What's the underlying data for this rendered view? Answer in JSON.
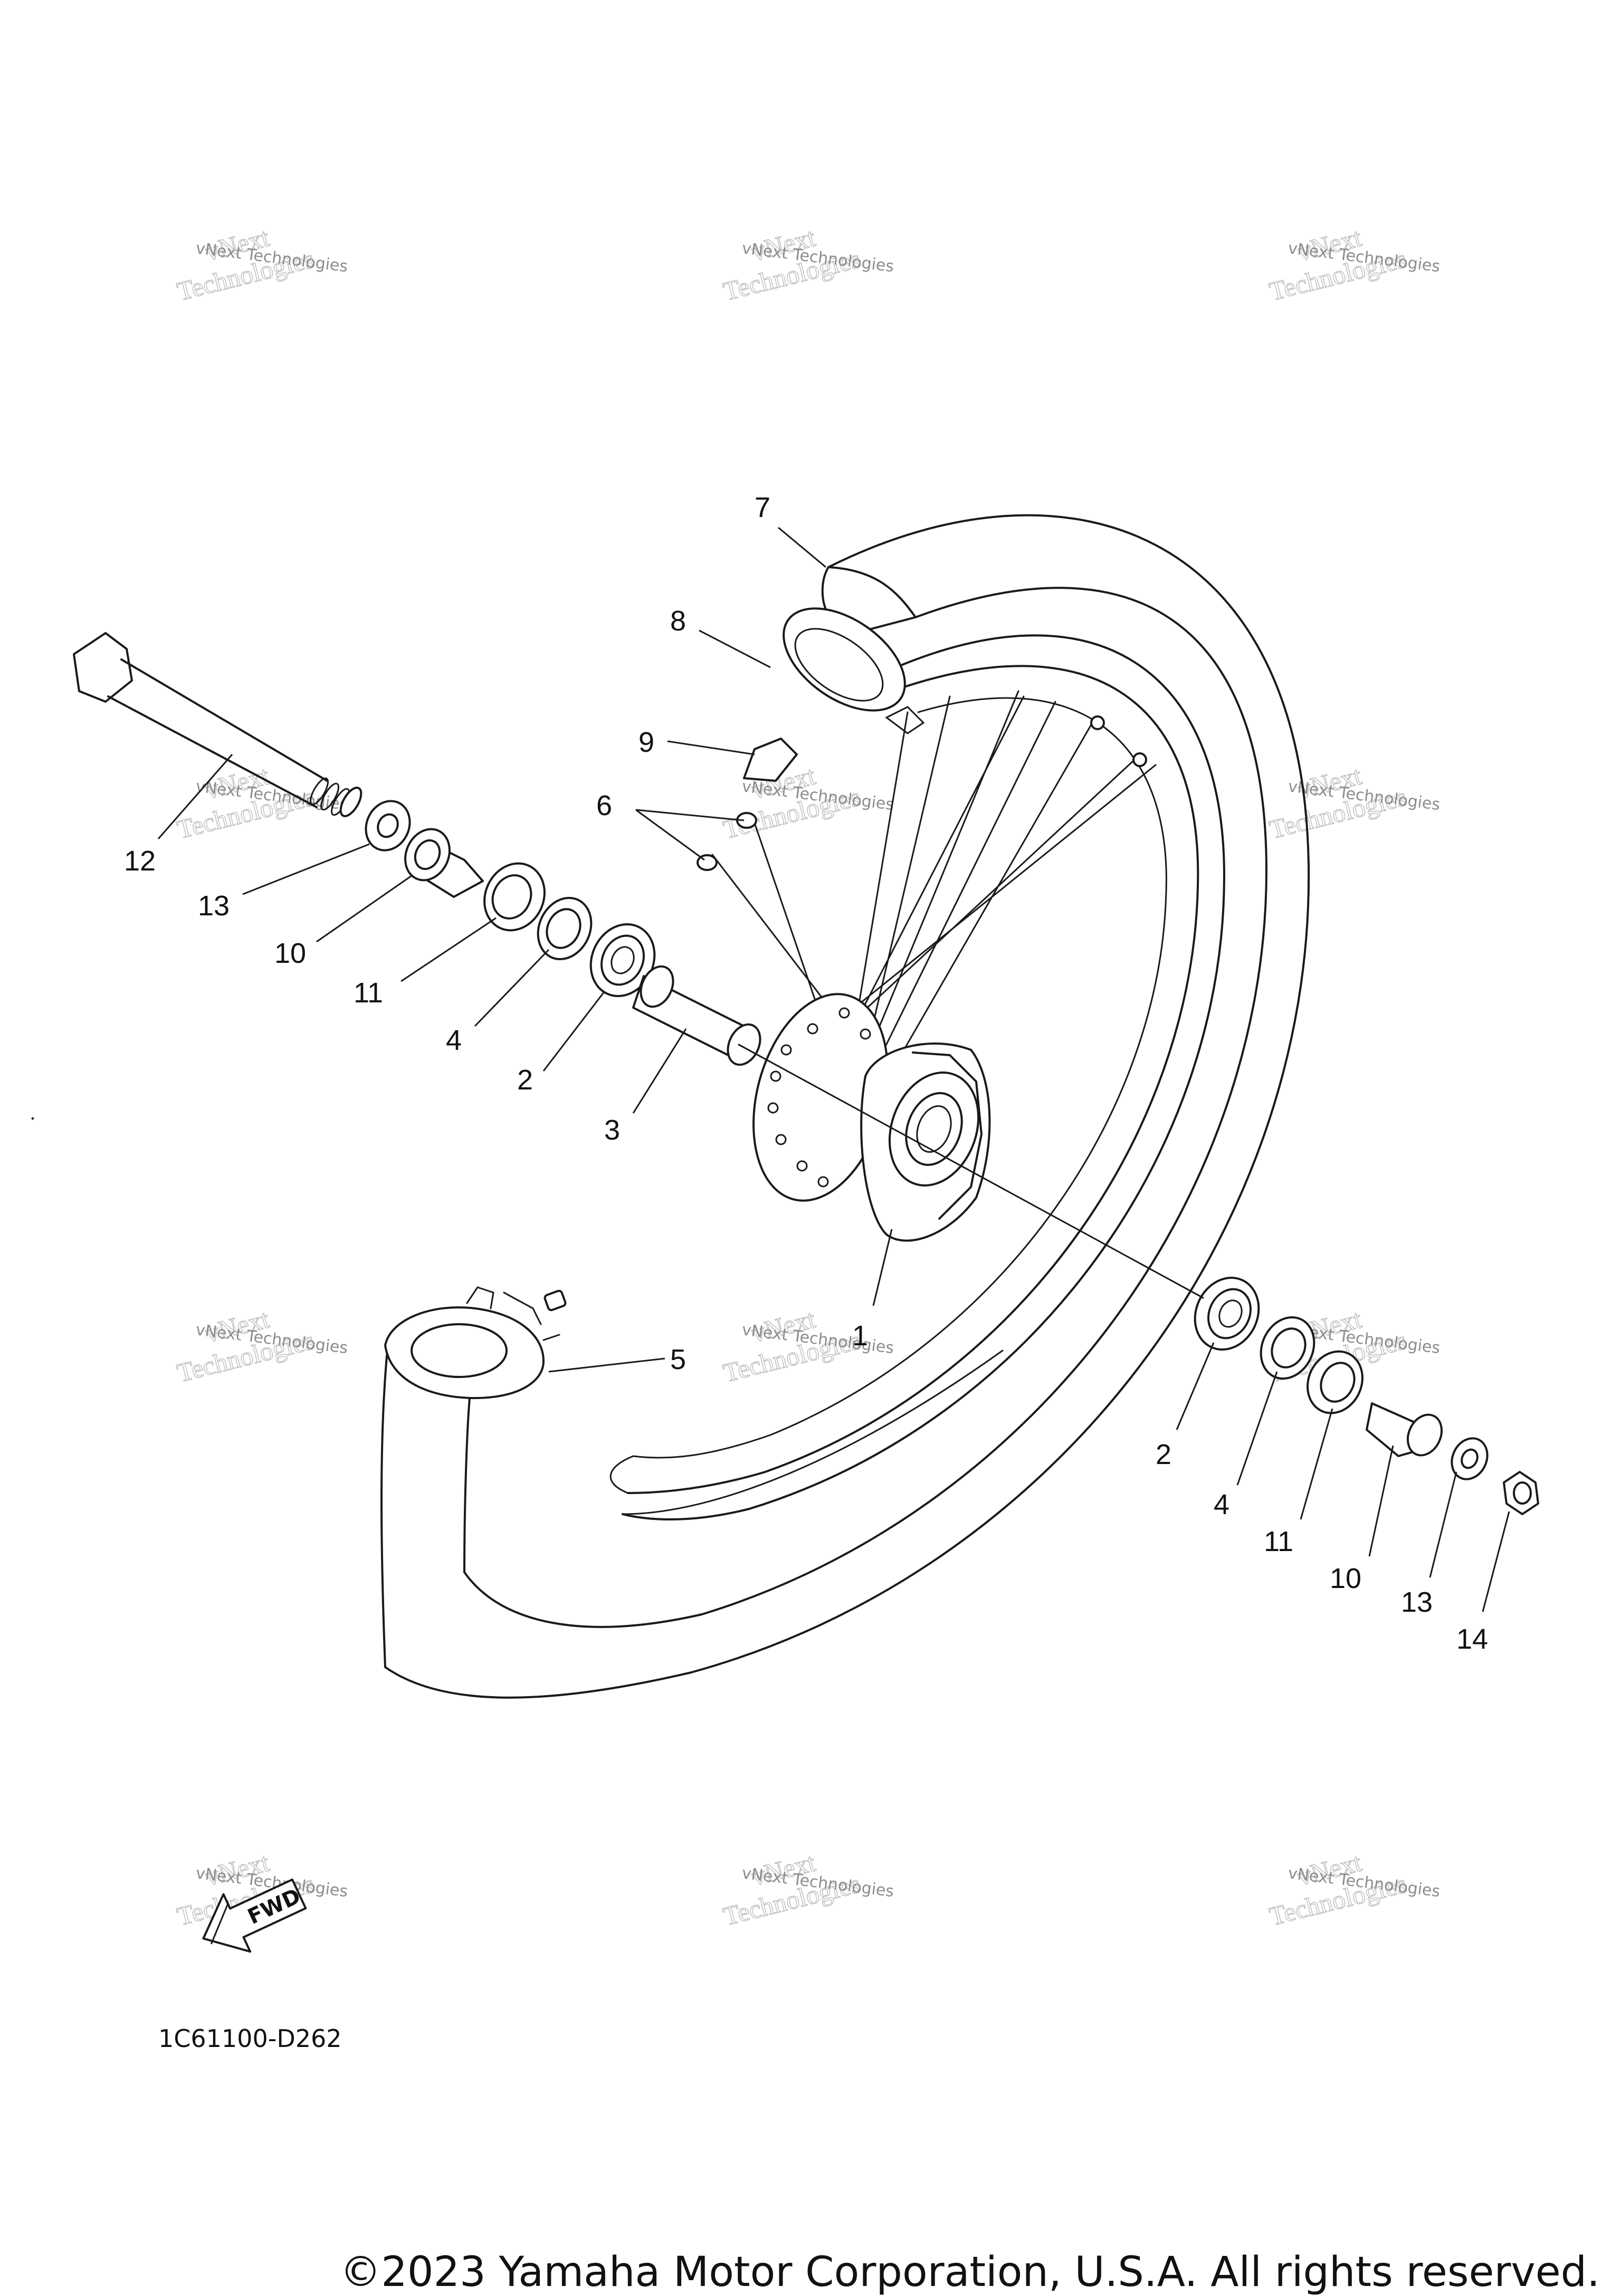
{
  "diagram_code": "1C61100-D262",
  "copyright": "©2023 Yamaha Motor Corporation, U.S.A. All rights reserved.",
  "fwd_label": "FWD",
  "watermark": {
    "line1": "vNext Technologies",
    "line2": "vNext",
    "line3": "Technologies"
  },
  "callouts": {
    "c1": "1",
    "c2a": "2",
    "c2b": "2",
    "c3": "3",
    "c4a": "4",
    "c4b": "4",
    "c5": "5",
    "c6": "6",
    "c7": "7",
    "c8": "8",
    "c9": "9",
    "c10a": "10",
    "c10b": "10",
    "c11a": "11",
    "c11b": "11",
    "c12": "12",
    "c13a": "13",
    "c13b": "13",
    "c14": "14"
  }
}
